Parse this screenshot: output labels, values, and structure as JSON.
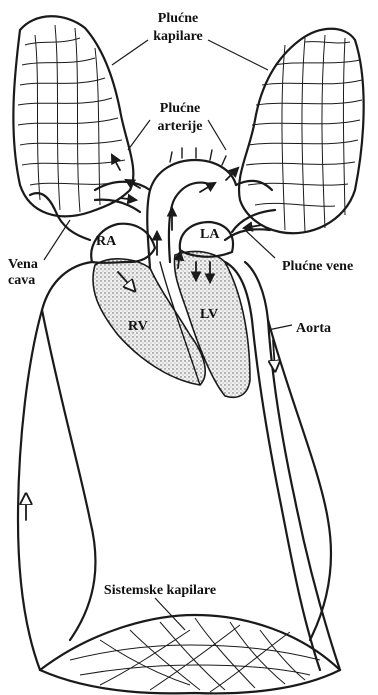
{
  "labels": {
    "plucne_kapilare_1": "Plućne",
    "plucne_kapilare_2": "kapilare",
    "plucne_arterije_1": "Plućne",
    "plucne_arterije_2": "arterije",
    "ra": "RA",
    "la": "LA",
    "vena_cava_1": "Vena",
    "vena_cava_2": "cava",
    "plucne_vene": "Plućne vene",
    "rv": "RV",
    "lv": "LV",
    "aorta": "Aorta",
    "sistemske_kapilare": "Sistemske kapilare"
  }
}
